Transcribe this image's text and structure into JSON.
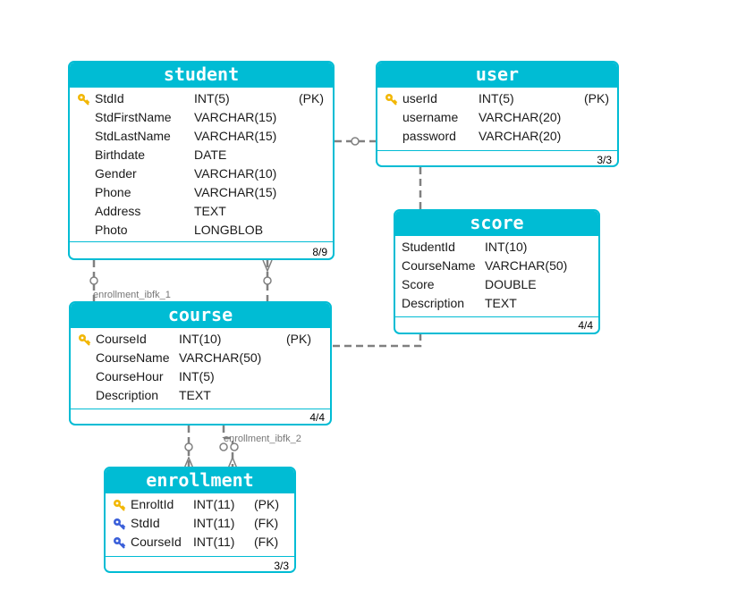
{
  "tables": {
    "student": {
      "title": "student",
      "count": "8/9",
      "columns": [
        {
          "name": "StdId",
          "type": "INT(5)",
          "flag": "(PK)",
          "key": "pk"
        },
        {
          "name": "StdFirstName",
          "type": "VARCHAR(15)",
          "flag": "",
          "key": ""
        },
        {
          "name": "StdLastName",
          "type": "VARCHAR(15)",
          "flag": "",
          "key": ""
        },
        {
          "name": "Birthdate",
          "type": "DATE",
          "flag": "",
          "key": ""
        },
        {
          "name": "Gender",
          "type": "VARCHAR(10)",
          "flag": "",
          "key": ""
        },
        {
          "name": "Phone",
          "type": "VARCHAR(15)",
          "flag": "",
          "key": ""
        },
        {
          "name": "Address",
          "type": "TEXT",
          "flag": "",
          "key": ""
        },
        {
          "name": "Photo",
          "type": "LONGBLOB",
          "flag": "",
          "key": ""
        }
      ]
    },
    "user": {
      "title": "user",
      "count": "3/3",
      "columns": [
        {
          "name": "userId",
          "type": "INT(5)",
          "flag": "(PK)",
          "key": "pk"
        },
        {
          "name": "username",
          "type": "VARCHAR(20)",
          "flag": "",
          "key": ""
        },
        {
          "name": "password",
          "type": "VARCHAR(20)",
          "flag": "",
          "key": ""
        }
      ]
    },
    "score": {
      "title": "score",
      "count": "4/4",
      "columns": [
        {
          "name": "StudentId",
          "type": "INT(10)",
          "flag": "",
          "key": ""
        },
        {
          "name": "CourseName",
          "type": "VARCHAR(50)",
          "flag": "",
          "key": ""
        },
        {
          "name": "Score",
          "type": "DOUBLE",
          "flag": "",
          "key": ""
        },
        {
          "name": "Description",
          "type": "TEXT",
          "flag": "",
          "key": ""
        }
      ]
    },
    "course": {
      "title": "course",
      "count": "4/4",
      "columns": [
        {
          "name": "CourseId",
          "type": "INT(10)",
          "flag": "(PK)",
          "key": "pk"
        },
        {
          "name": "CourseName",
          "type": "VARCHAR(50)",
          "flag": "",
          "key": ""
        },
        {
          "name": "CourseHour",
          "type": "INT(5)",
          "flag": "",
          "key": ""
        },
        {
          "name": "Description",
          "type": "TEXT",
          "flag": "",
          "key": ""
        }
      ]
    },
    "enrollment": {
      "title": "enrollment",
      "count": "3/3",
      "columns": [
        {
          "name": "EnroltId",
          "type": "INT(11)",
          "flag": "(PK)",
          "key": "pk"
        },
        {
          "name": "StdId",
          "type": "INT(11)",
          "flag": "(FK)",
          "key": "fk"
        },
        {
          "name": "CourseId",
          "type": "INT(11)",
          "flag": "(FK)",
          "key": "fk"
        }
      ]
    }
  },
  "relations": {
    "fk1": "enrollment_ibfk_1",
    "fk2": "enrollment_ibfk_2"
  },
  "colors": {
    "accent": "#00bcd4",
    "pk_key": "#f2b705",
    "fk_key": "#3a5fd9",
    "connector": "#808080"
  },
  "icons": {
    "pk": "gold-key-icon",
    "fk": "blue-key-icon"
  }
}
